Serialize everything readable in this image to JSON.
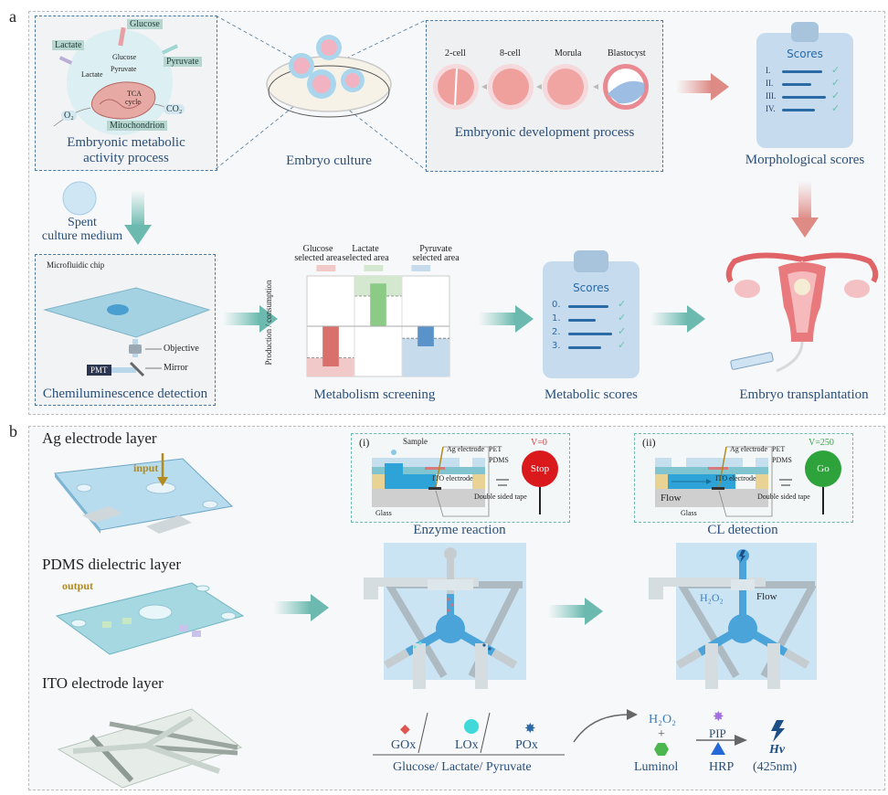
{
  "panel_a": {
    "letter": "a",
    "metabolic_box": {
      "caption_line1": "Embryonic metabolic",
      "caption_line2": "activity process",
      "labels": {
        "glucose_tag": "Glucose",
        "lactate_tag": "Lactate",
        "pyruvate_tag": "Pyruvate",
        "glucose_inner": "Glucose",
        "pyruvate_inner": "Pyruvate",
        "lactate_inner": "Lactate",
        "tca": "TCA",
        "cycle": "cycle",
        "o2": "O₂",
        "co2": "CO₂",
        "mitochondrion": "Mitochondrion"
      }
    },
    "embryo_culture": {
      "caption": "Embryo culture"
    },
    "development": {
      "caption": "Embryonic development process",
      "stages": [
        "2-cell",
        "8-cell",
        "Morula",
        "Blastocyst"
      ]
    },
    "morphological": {
      "clipboard_title": "Scores",
      "rows": [
        "I.",
        "II.",
        "III.",
        "IV."
      ],
      "caption": "Morphological scores"
    },
    "spent_medium": {
      "line1": "Spent",
      "line2": "culture medium"
    },
    "detection": {
      "chip_label": "Microfluidic chip",
      "objective": "Objective",
      "mirror": "Mirror",
      "pmt": "PMT",
      "caption": "Chemiluminescence detection"
    },
    "screening": {
      "caption": "Metabolism screening",
      "ylabel": "Production / consumption",
      "areas": [
        {
          "line1": "Glucose",
          "line2": "selected area",
          "color": "#f1c9c9"
        },
        {
          "line1": "Lactate",
          "line2": "selected area",
          "color": "#d3e8cf"
        },
        {
          "line1": "Pyruvate",
          "line2": "selected area",
          "color": "#c6dbec"
        }
      ]
    },
    "metabolic": {
      "clipboard_title": "Scores",
      "rows": [
        "0.",
        "1.",
        "2.",
        "3."
      ],
      "caption": "Metabolic scores"
    },
    "transplant": {
      "caption": "Embryo transplantation"
    }
  },
  "chart_data": {
    "type": "bar",
    "title": "Metabolism screening",
    "xlabel": "",
    "ylabel": "Production / consumption",
    "categories": [
      "Glucose",
      "Lactate",
      "Pyruvate"
    ],
    "values": [
      -0.8,
      0.85,
      -0.4
    ],
    "selected_area_thresholds": [
      -0.63,
      0.6,
      -0.24
    ],
    "ylim": [
      -1,
      1
    ],
    "colors": [
      "#d9706c",
      "#8ccb86",
      "#5a93c9"
    ],
    "legend": [
      "Glucose selected area",
      "Lactate selected area",
      "Pyruvate selected area"
    ],
    "grid": true
  },
  "panel_b": {
    "letter": "b",
    "layers": {
      "ag": "Ag electrode layer",
      "pdms": "PDMS dielectric layer",
      "ito": "ITO electrode layer",
      "input": "input",
      "output": "output"
    },
    "inset_i": {
      "tag": "(i)",
      "sample": "Sample",
      "ag_electrode": "Ag electrode",
      "pet": "PET",
      "pdms": "PDMS",
      "ito_electrode": "ITO electrode",
      "tape": "Double sided tape",
      "glass": "Glass",
      "voltage": "V=0",
      "sign": "Stop",
      "caption": "Enzyme reaction"
    },
    "inset_ii": {
      "tag": "(ii)",
      "ag_electrode": "Ag electrode",
      "pet": "PET",
      "pdms": "PDMS",
      "ito_electrode": "ITO electrode",
      "tape": "Double sided tape",
      "glass": "Glass",
      "flow": "Flow",
      "voltage": "V=250",
      "sign": "Go",
      "caption": "CL detection"
    },
    "chip_right": {
      "h2o2": "H₂O₂",
      "flow": "Flow"
    },
    "enzymes": {
      "items": [
        "GOx",
        "LOx",
        "POx"
      ],
      "substrates": "Glucose/ Lactate/ Pyruvate"
    },
    "reaction": {
      "h2o2": "H₂O₂",
      "plus": "+",
      "luminol": "Luminol",
      "pip": "PIP",
      "hrp": "HRP",
      "hv": "Hv",
      "wavelength": "(425nm)"
    }
  }
}
